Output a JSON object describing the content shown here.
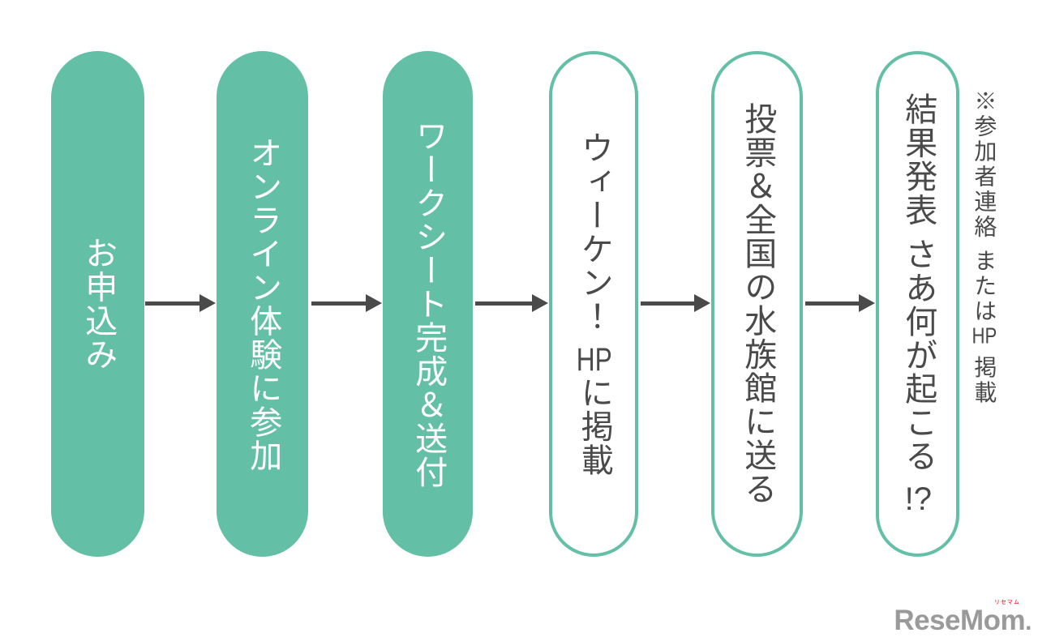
{
  "colors": {
    "teal": "#63bfa5",
    "dark": "#4a4a4a",
    "logo_gray": "#9a9a9a",
    "logo_red": "#e60012",
    "white": "#ffffff"
  },
  "flow": {
    "steps": [
      {
        "name": "apply",
        "variant": "filled",
        "segments": [
          {
            "text": "お申込み"
          }
        ]
      },
      {
        "name": "online-experience",
        "variant": "filled",
        "segments": [
          {
            "text": "オンライン体験に参加"
          }
        ]
      },
      {
        "name": "worksheet-send",
        "variant": "filled",
        "segments": [
          {
            "text": "ワークシート完成＆送付"
          }
        ]
      },
      {
        "name": "weeken-hp-publish",
        "variant": "outlined",
        "segments": [
          {
            "text": "ウィーケン！ "
          },
          {
            "text": "HP",
            "combine": true
          },
          {
            "text": "に掲載"
          }
        ]
      },
      {
        "name": "vote-send-aquariums",
        "variant": "outlined",
        "segments": [
          {
            "text": "投票＆全国の水族館に送る"
          }
        ]
      },
      {
        "name": "results-announcement",
        "variant": "outlined",
        "segments": [
          {
            "text": "結果発表 さあ何が起こる "
          },
          {
            "text": "!?",
            "combine": true
          }
        ]
      }
    ]
  },
  "note": {
    "segments": [
      {
        "text": "※参加者連絡 または"
      },
      {
        "text": "HP",
        "combine": true
      },
      {
        "text": " 掲載"
      }
    ]
  },
  "logo": {
    "text": "ReseMom",
    "dot": ".",
    "ruby": "リセマム"
  }
}
